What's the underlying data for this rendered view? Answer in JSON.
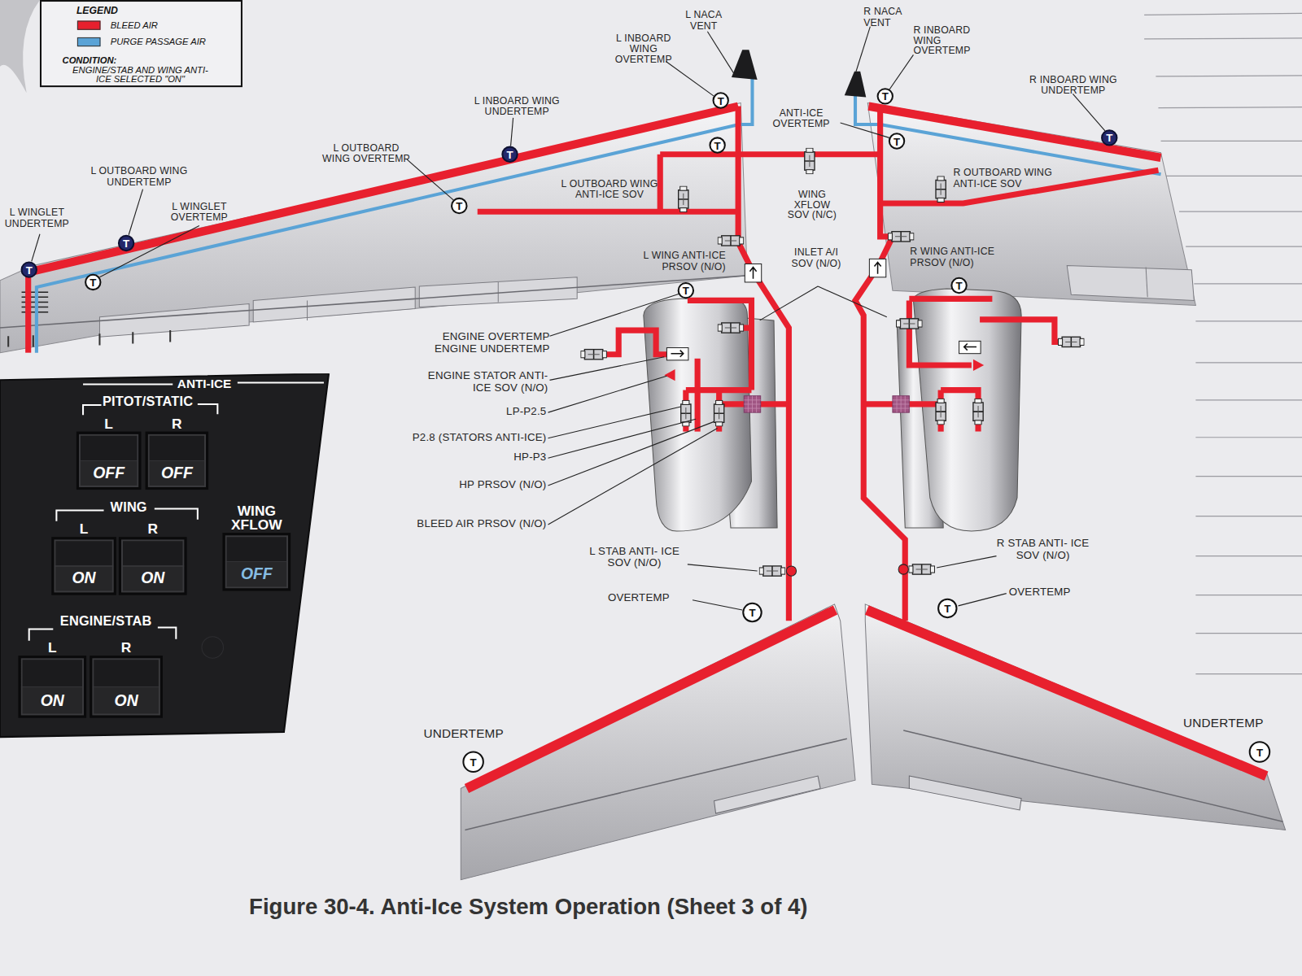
{
  "diagram": {
    "caption": "Figure 30-4. Anti-Ice System Operation (Sheet 3 of 4)",
    "nodes": [
      {
        "text": [
          "LEGEND",
          "CONDITION:",
          "ENGINE/STAB AND WING ANTI-ICE SELECTED \"ON\""
        ]
      },
      {
        "text": [
          "T"
        ]
      },
      {
        "text": [
          "T"
        ]
      },
      {
        "text": [
          "T"
        ]
      },
      {
        "text": [
          "T"
        ]
      },
      {
        "text": [
          "T"
        ]
      },
      {
        "text": [
          "T"
        ]
      },
      {
        "text": [
          "T"
        ]
      },
      {
        "text": [
          "T"
        ]
      },
      {
        "text": [
          "T"
        ]
      },
      {
        "text": [
          "T"
        ]
      },
      {
        "text": [
          "T"
        ]
      },
      {
        "text": [
          "T"
        ]
      },
      {
        "text": [
          "ANTI-ICE"
        ]
      },
      {
        "text": [
          "L",
          "OFF"
        ],
        "in": 13
      },
      {
        "text": [
          "R",
          "OFF"
        ],
        "in": 13
      },
      {
        "text": [
          "L",
          "ON"
        ],
        "in": 13
      },
      {
        "text": [
          "R",
          "ON"
        ],
        "in": 13
      },
      {
        "text": [
          "WING XFLOW",
          "OFF"
        ],
        "in": 13
      },
      {
        "text": [
          "L",
          "ON"
        ],
        "in": 13
      },
      {
        "text": [
          "R",
          "ON"
        ],
        "in": 13
      },
      {
        "text": [
          "T"
        ]
      },
      {
        "text": [
          "T"
        ]
      },
      {
        "text": [
          "T"
        ]
      },
      {
        "text": [
          "T"
        ]
      }
    ],
    "labels": [
      "L NACA VENT",
      "R NACA VENT",
      "L INBOARD WING OVERTEMP",
      "R INBOARD WING OVERTEMP",
      "R INBOARD WING UNDERTEMP",
      "L INBOARD WING UNDERTEMP",
      "ANTI-ICE OVERTEMP",
      "L OUTBOARD WING OVERTEMP",
      "L OUTBOARD WING UNDERTEMP",
      "L WINGLET UNDERTEMP",
      "L WINGLET OVERTEMP",
      "L OUTBOARD WING ANTI-ICE SOV",
      "WING XFLOW SOV (N/C)",
      "R OUTBOARD WING ANTI-ICE SOV",
      "L WING ANTI-ICE PRSOV (N/O)",
      "INLET A/I SOV (N/O)",
      "R WING ANTI-ICE PRSOV (N/O)",
      "ENGINE OVERTEMP",
      "ENGINE UNDERTEMP",
      "ENGINE STATOR ANTI-ICE SOV (N/O)",
      "LP-P2.5",
      "P2.8 (STATORS ANTI-ICE)",
      "HP-P3",
      "HP PRSOV (N/O)",
      "BLEED AIR PRSOV (N/O)",
      "L STAB ANTI- ICE SOV (N/O)",
      "R STAB ANTI- ICE SOV (N/O)",
      "OVERTEMP",
      "OVERTEMP",
      "UNDERTEMP",
      "UNDERTEMP",
      "PITOT/STATIC",
      "WING",
      "ENGINE/STAB"
    ],
    "legend": [
      {
        "text": "BLEED AIR",
        "color": "#e8202e"
      },
      {
        "text": "PURGE PASSAGE AIR",
        "color": "#5aa3d6"
      }
    ]
  }
}
